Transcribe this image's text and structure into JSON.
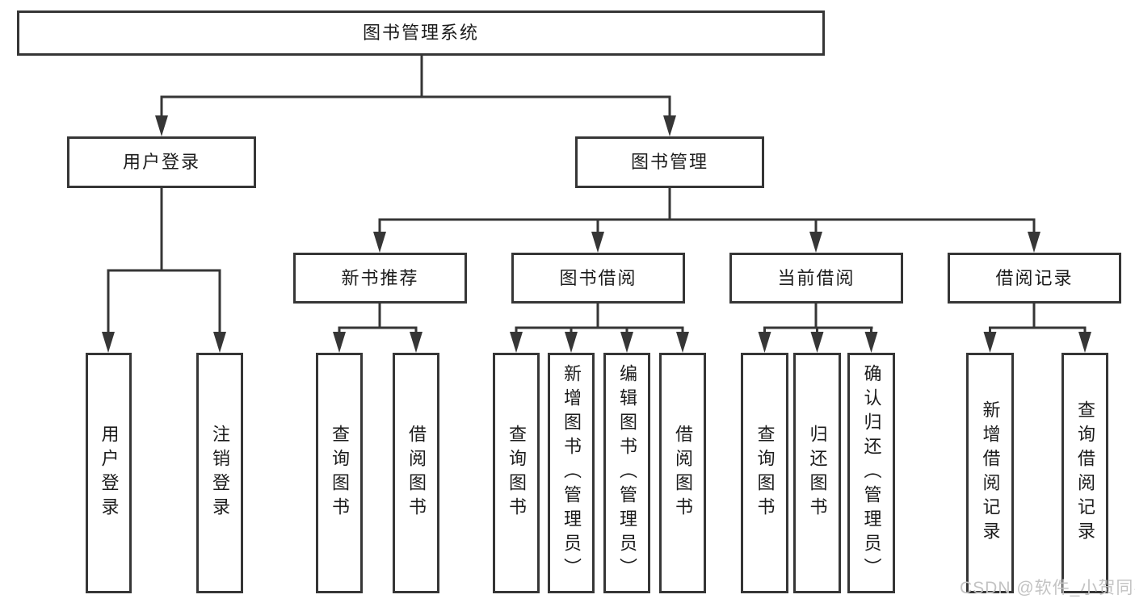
{
  "diagram": {
    "root": {
      "label": "图书管理系统"
    },
    "level2": [
      {
        "label": "用户登录"
      },
      {
        "label": "图书管理"
      }
    ],
    "level3": [
      {
        "label": "新书推荐"
      },
      {
        "label": "图书借阅"
      },
      {
        "label": "当前借阅"
      },
      {
        "label": "借阅记录"
      }
    ],
    "leaves": {
      "user_login": [
        {
          "label": "用户登录"
        },
        {
          "label": "注销登录"
        }
      ],
      "new_book_recommend": [
        {
          "label": "查询图书"
        },
        {
          "label": "借阅图书"
        }
      ],
      "book_borrowing": [
        {
          "label": "查询图书"
        },
        {
          "label": "新增图书（管理员）"
        },
        {
          "label": "编辑图书（管理员）"
        },
        {
          "label": "借阅图书"
        }
      ],
      "current_borrowing": [
        {
          "label": "查询图书"
        },
        {
          "label": "归还图书"
        },
        {
          "label": "确认归还（管理员）"
        }
      ],
      "borrowing_records": [
        {
          "label": "新增借阅记录"
        },
        {
          "label": "查询借阅记录"
        }
      ]
    },
    "watermark": {
      "text": "CSDN @软件_小贺同学"
    },
    "colors": {
      "line": "#363636",
      "text": "#1c1c1c",
      "watermark": "#c3c3c3",
      "background": "#ffffff"
    }
  }
}
